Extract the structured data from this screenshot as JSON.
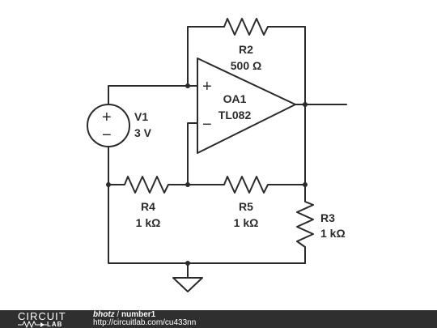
{
  "components": {
    "r2": {
      "name": "R2",
      "value": "500 Ω"
    },
    "oa1": {
      "name": "OA1",
      "model": "TL082",
      "plus": "+",
      "minus": "−"
    },
    "v1": {
      "name": "V1",
      "value": "3 V",
      "plus": "+",
      "minus": "−"
    },
    "r4": {
      "name": "R4",
      "value": "1 kΩ"
    },
    "r5": {
      "name": "R5",
      "value": "1 kΩ"
    },
    "r3": {
      "name": "R3",
      "value": "1 kΩ"
    }
  },
  "footer": {
    "logo_top": "CIRCUIT",
    "logo_bottom": "LAB",
    "author": "bhotz",
    "separator": " / ",
    "title": "number1",
    "url": "http://circuitlab.com/cu433nn"
  },
  "colors": {
    "ink": "#2b2b2b",
    "footer_bg": "#2f2f2f",
    "footer_text": "#ffffff"
  }
}
